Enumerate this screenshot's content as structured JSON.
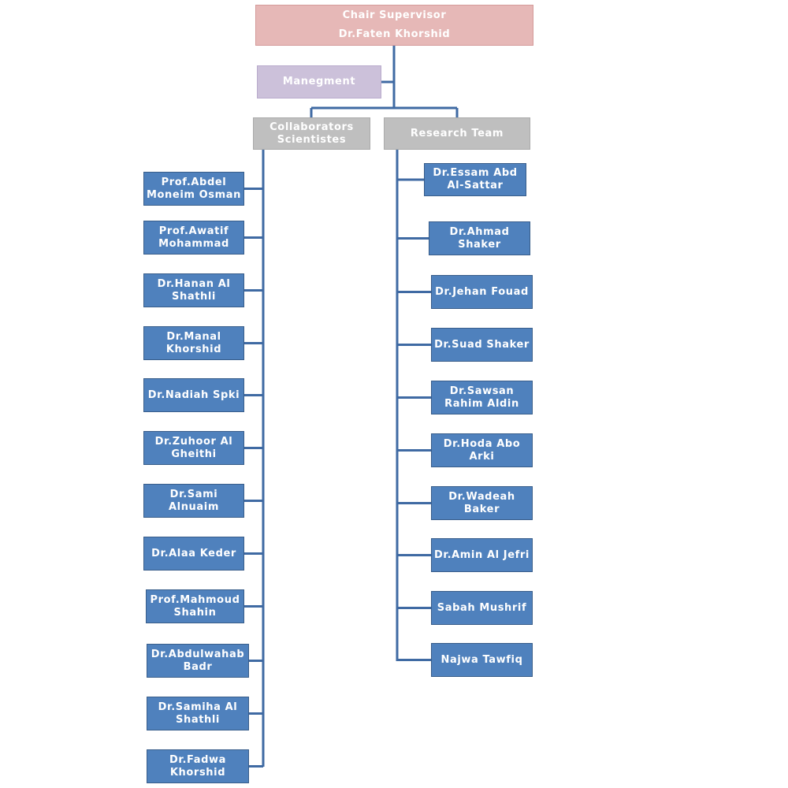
{
  "top": {
    "role": "Chair Supervisor",
    "name": "Dr.Faten Khorshid"
  },
  "management": {
    "label": "Manegment"
  },
  "collaborators": {
    "label": "Collaborators\nScientistes",
    "members": [
      "Prof.Abdel\nMoneim Osman",
      "Prof.Awatif\nMohammad",
      "Dr.Hanan Al\nShathli",
      "Dr.Manal\nKhorshid",
      "Dr.Nadiah Spki",
      "Dr.Zuhoor Al\nGheithi",
      "Dr.Sami\nAlnuaim",
      "Dr.Alaa Keder",
      "Prof.Mahmoud\nShahin",
      "Dr.Abdulwahab\nBadr",
      "Dr.Samiha Al\nShathli",
      "Dr.Fadwa\nKhorshid"
    ]
  },
  "research": {
    "label": "Research Team",
    "members": [
      "Dr.Essam Abd\nAl-Sattar",
      "Dr.Ahmad\nShaker",
      "Dr.Jehan Fouad",
      "Dr.Suad Shaker",
      "Dr.Sawsan\nRahim Aldin",
      "Dr.Hoda Abo\nArki",
      "Dr.Wadeah\nBaker",
      "Dr.Amin Al Jefri",
      "Sabah Mushrif",
      "Najwa Tawfiq"
    ]
  },
  "colors": {
    "connector": "#3f6aa3",
    "member_fill": "#4f81bd",
    "top_fill": "#e6b8b7",
    "management_fill": "#ccc1da",
    "branch_fill": "#bfbfbf"
  }
}
